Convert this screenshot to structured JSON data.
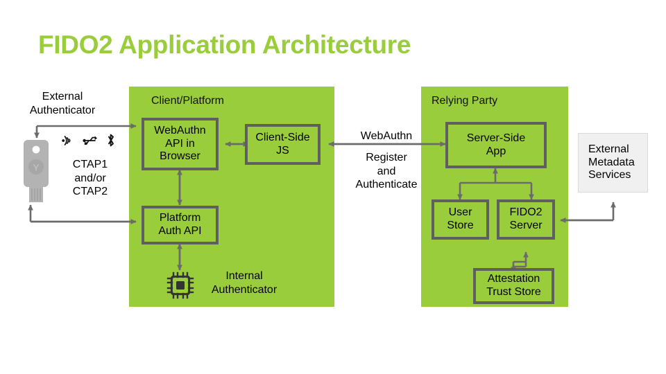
{
  "page": {
    "title": "FIDO2 Application Architecture",
    "background": "#ffffff",
    "accent_green": "#9ACD3C",
    "border_gray": "#5F5F5F",
    "metadata_box_fill": "#F0F0F0"
  },
  "panels": [
    {
      "key": "client",
      "label": "Client/Platform"
    },
    {
      "key": "relying_party",
      "label": "Relying Party"
    }
  ],
  "nodes": {
    "webauthn_api": "WebAuthn\nAPI in\nBrowser",
    "client_side_js": "Client-Side\nJS",
    "platform_auth_api": "Platform\nAuth API",
    "server_side_app": "Server-Side\nApp",
    "user_store": "User\nStore",
    "fido2_server": "FIDO2\nServer",
    "attestation_trust_store": "Attestation\nTrust Store",
    "external_metadata_services": "External\nMetadata\nServices"
  },
  "labels": {
    "external_authenticator": "External\nAuthenticator",
    "ctap": "CTAP1\nand/or\nCTAP2",
    "webauthn_link": "WebAuthn",
    "register_authenticate": "Register\nand\nAuthenticate",
    "internal_authenticator": "Internal\nAuthenticator"
  },
  "icons": [
    {
      "name": "nfc-icon",
      "meaning": "NFC contactless"
    },
    {
      "name": "usb-icon",
      "meaning": "USB"
    },
    {
      "name": "bluetooth-icon",
      "meaning": "Bluetooth"
    },
    {
      "name": "security-key-icon",
      "meaning": "External hardware security key"
    },
    {
      "name": "microchip-icon",
      "meaning": "Internal authenticator chip"
    }
  ],
  "connections": [
    {
      "from": "external-authenticator",
      "to": "webauthn-api",
      "style": "elbow-arrow"
    },
    {
      "from": "platform-auth-api",
      "to": "external-authenticator",
      "style": "elbow-arrow"
    },
    {
      "from": "webauthn-api",
      "to": "client-side-js",
      "style": "double-arrow"
    },
    {
      "from": "webauthn-api",
      "to": "platform-auth-api",
      "style": "double-arrow"
    },
    {
      "from": "platform-auth-api",
      "to": "internal-authenticator",
      "style": "double-arrow"
    },
    {
      "from": "client-side-js",
      "to": "server-side-app",
      "style": "double-arrow",
      "label": "WebAuthn"
    },
    {
      "from": "server-side-app",
      "to": "user-store",
      "style": "fork-arrow"
    },
    {
      "from": "server-side-app",
      "to": "fido2-server",
      "style": "fork-arrow"
    },
    {
      "from": "fido2-server",
      "to": "attestation-trust-store",
      "style": "zigzag-double-arrow"
    },
    {
      "from": "external-metadata-services",
      "to": "fido2-server",
      "style": "elbow-arrow"
    }
  ]
}
